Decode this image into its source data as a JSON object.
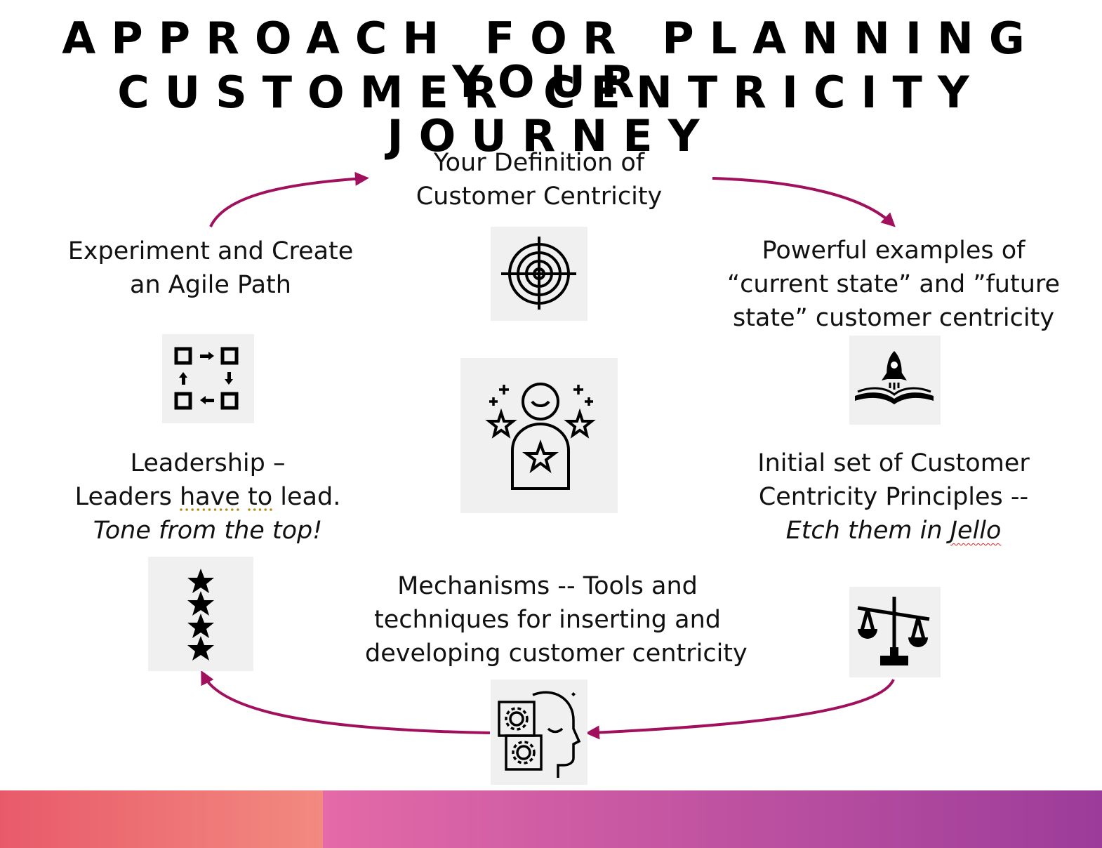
{
  "title": {
    "line1": "APPROACH FOR PLANNING YOUR",
    "line2": "CUSTOMER CENTRICITY JOURNEY"
  },
  "nodes": {
    "definition": {
      "line1": "Your Definition of",
      "line2": "Customer Centricity",
      "icon": "target-icon"
    },
    "examples": {
      "line1": "Powerful examples of",
      "line2": "“current state” and ”future",
      "line3": "state” customer centricity",
      "icon": "rocket-book-icon"
    },
    "principles": {
      "line1": "Initial set of Customer",
      "line2": "Centricity Principles --",
      "line3_pre": "Etch them in ",
      "line3_word": "Jello",
      "icon": "balance-scale-icon"
    },
    "mechanisms": {
      "line1": "Mechanisms --  Tools and",
      "line2": "techniques for inserting and",
      "line3": "developing customer centricity",
      "icon": "head-gears-icon"
    },
    "leadership": {
      "line1": "Leadership –",
      "line2_pre": "Leaders ",
      "line2_w1": "have",
      "line2_sp": " ",
      "line2_w2": "to",
      "line2_post": " lead.",
      "line3": "Tone from the top!",
      "icon": "four-stars-icon"
    },
    "experiment": {
      "line1": "Experiment and Create",
      "line2": "an Agile Path",
      "icon": "cycle-squares-icon"
    },
    "center": {
      "icon": "star-person-icon"
    }
  },
  "colors": {
    "arrow": "#a0105c",
    "icon_bg": "#f0f0f0",
    "band_left_start": "#e85a6a",
    "band_left_end": "#f28a80",
    "band_right_start": "#e46aa8",
    "band_right_end": "#9c3c9a"
  }
}
